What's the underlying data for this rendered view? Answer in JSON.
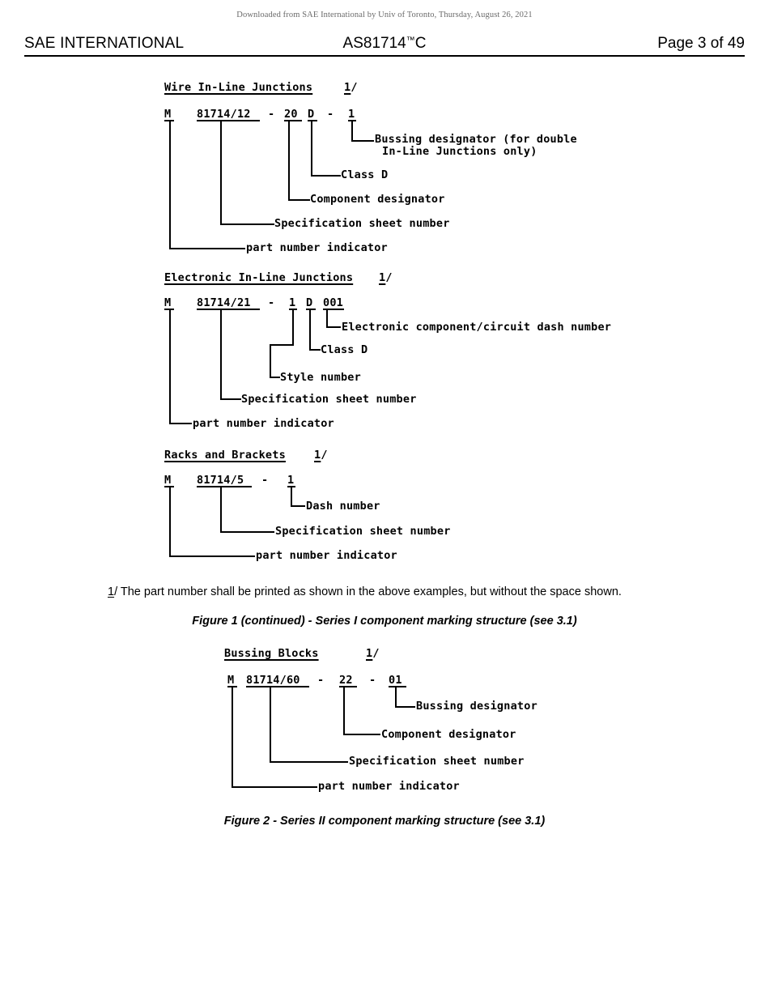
{
  "header": {
    "watermark": "Downloaded from SAE International by Univ of Toronto, Thursday, August 26, 2021",
    "org": "SAE INTERNATIONAL",
    "doc_id": "AS81714",
    "doc_tm": "™",
    "doc_rev": "C",
    "page_label": "Page 3 of 49"
  },
  "figures": [
    {
      "heading": "Wire In-Line Junctions",
      "footnote_marker_num": "1",
      "footnote_marker_slash": "/",
      "part_tokens": [
        "M",
        "81714/12",
        "-",
        "20",
        "D",
        "-",
        "1"
      ],
      "labels": [
        "Bussing designator (for double",
        "In-Line Junctions only)",
        "Class D",
        "Component designator",
        "Specification sheet number",
        "part number indicator"
      ]
    },
    {
      "heading": "Electronic In-Line Junctions",
      "footnote_marker_num": "1",
      "footnote_marker_slash": "/",
      "part_tokens": [
        "M",
        "81714/21",
        "-",
        "1",
        "D",
        "001"
      ],
      "labels": [
        "Electronic component/circuit dash number",
        "Class D",
        "Style number",
        "Specification sheet number",
        "part number indicator"
      ]
    },
    {
      "heading": "Racks and Brackets",
      "footnote_marker_num": "1",
      "footnote_marker_slash": "/",
      "part_tokens": [
        "M",
        "81714/5",
        "-",
        "1"
      ],
      "labels": [
        "Dash number",
        "Specification sheet number",
        "part number indicator"
      ]
    },
    {
      "heading": "Bussing Blocks",
      "footnote_marker_num": "1",
      "footnote_marker_slash": "/",
      "part_tokens": [
        "M",
        "81714/60",
        "-",
        "22",
        "-",
        "01"
      ],
      "labels": [
        "Bussing designator",
        "Component designator",
        "Specification sheet number",
        "part number indicator"
      ]
    }
  ],
  "footnote": {
    "marker": "1",
    "slash": "/",
    "text": " The part number shall be printed as shown in the above examples, but without the space shown."
  },
  "captions": {
    "figure1": "Figure 1 (continued) - Series I component marking structure (see 3.1)",
    "figure2": "Figure 2 - Series II component marking structure (see 3.1)"
  },
  "colors": {
    "ink": "#000000",
    "watermark": "#6b6b6b",
    "paper": "#ffffff"
  }
}
